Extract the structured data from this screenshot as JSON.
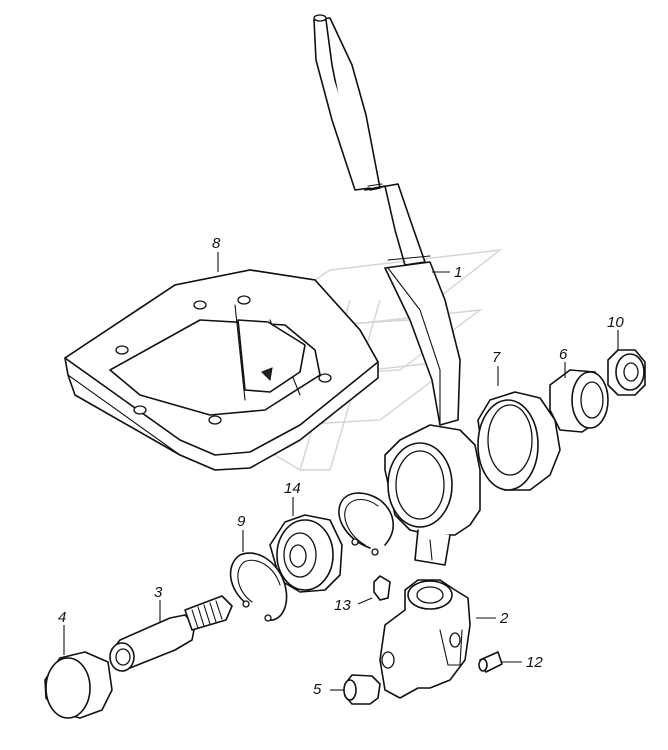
{
  "diagram": {
    "callouts": [
      {
        "id": "1",
        "label": "1"
      },
      {
        "id": "2",
        "label": "2"
      },
      {
        "id": "3",
        "label": "3"
      },
      {
        "id": "4",
        "label": "4"
      },
      {
        "id": "5",
        "label": "5"
      },
      {
        "id": "6",
        "label": "6"
      },
      {
        "id": "7",
        "label": "7"
      },
      {
        "id": "8",
        "label": "8"
      },
      {
        "id": "9",
        "label": "9"
      },
      {
        "id": "10",
        "label": "10"
      },
      {
        "id": "12",
        "label": "12"
      },
      {
        "id": "13",
        "label": "13"
      },
      {
        "id": "14",
        "label": "14"
      }
    ]
  }
}
